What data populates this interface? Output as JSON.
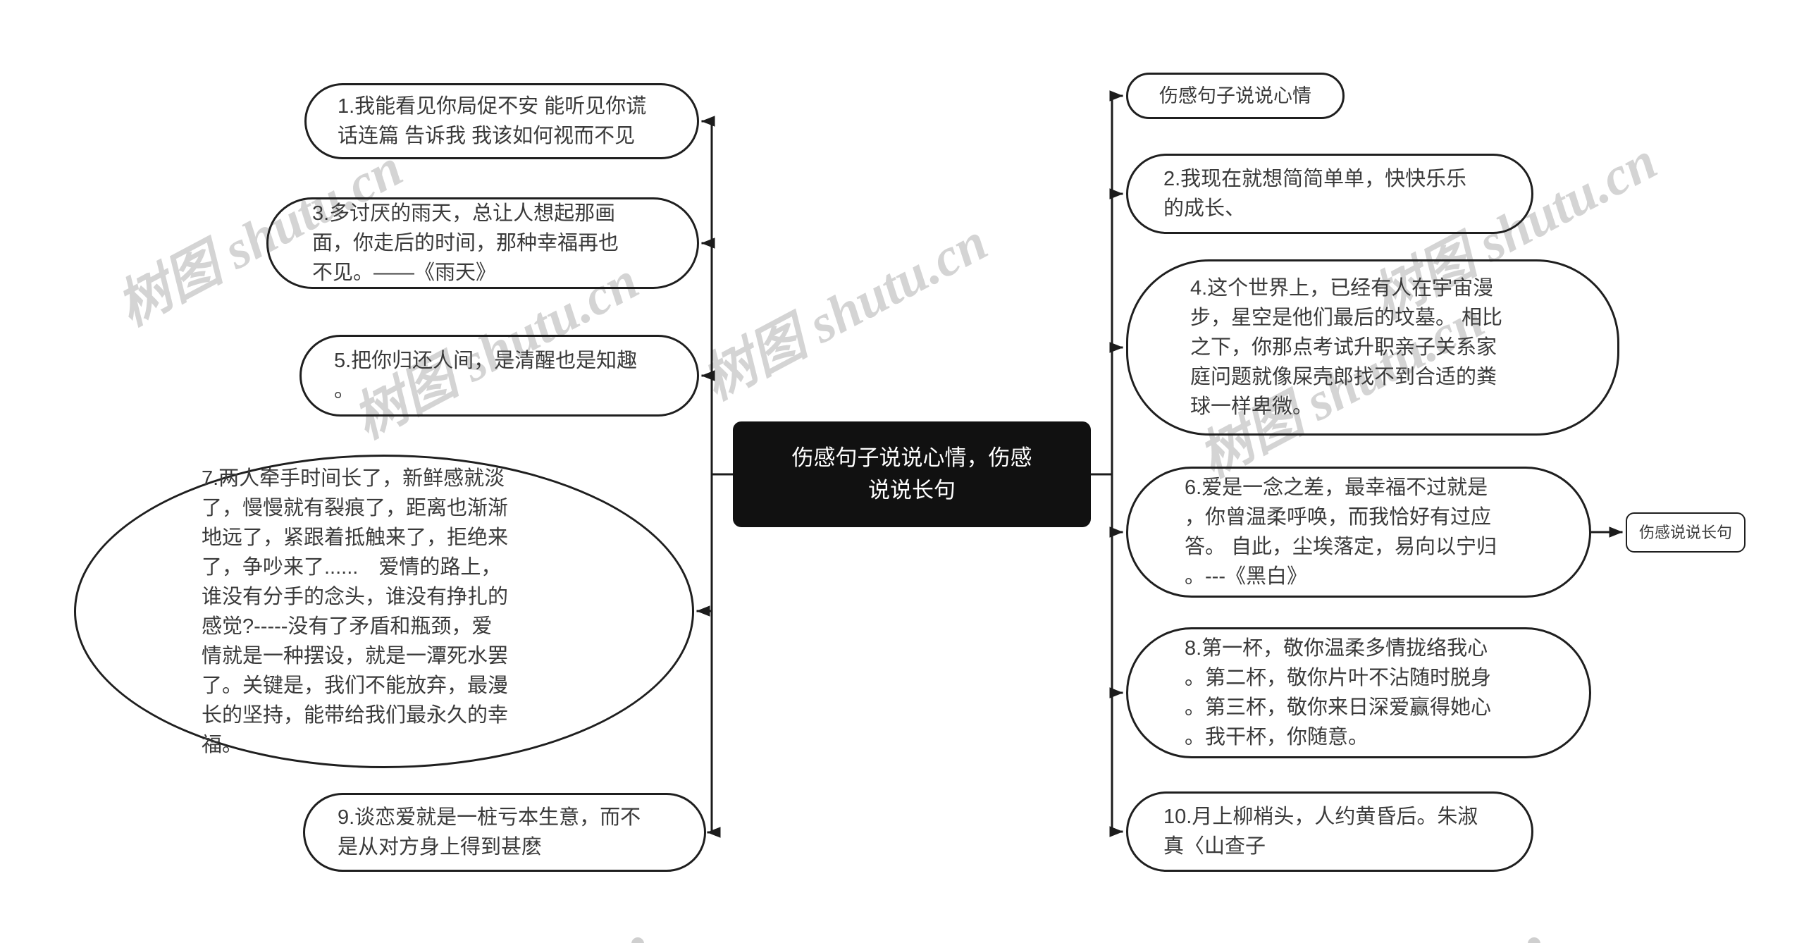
{
  "root": {
    "text": "伤感句子说说心情，伤感\n说说长句"
  },
  "left_nodes": [
    {
      "text": "1.我能看见你局促不安 能听见你谎\n话连篇 告诉我 我该如何视而不见"
    },
    {
      "text": "3.多讨厌的雨天，总让人想起那画\n面，你走后的时间，那种幸福再也\n不见。——《雨天》"
    },
    {
      "text": "5.把你归还人间，是清醒也是知趣\n。"
    },
    {
      "text": "7.两人牵手时间长了，新鲜感就淡\n了，慢慢就有裂痕了，距离也渐渐\n地远了，紧跟着抵触来了，拒绝来\n了，争吵来了......　爱情的路上，\n谁没有分手的念头，谁没有挣扎的\n感觉?-----没有了矛盾和瓶颈，爱\n情就是一种摆设，就是一潭死水罢\n了。关键是，我们不能放弃，最漫\n长的坚持，能带给我们最永久的幸\n福。"
    },
    {
      "text": "9.谈恋爱就是一桩亏本生意，而不\n是从对方身上得到甚麽"
    }
  ],
  "right_nodes": [
    {
      "text": "伤感句子说说心情"
    },
    {
      "text": "2.我现在就想简简单单，快快乐乐\n的成长、"
    },
    {
      "text": "4.这个世界上，已经有人在宇宙漫\n步，星空是他们最后的坟墓。 相比\n之下，你那点考试升职亲子关系家\n庭问题就像屎壳郎找不到合适的粪\n球一样卑微。"
    },
    {
      "text": "6.爱是一念之差，最幸福不过就是\n，你曾温柔呼唤，而我恰好有过应\n答。 自此，尘埃落定，易向以宁归\n。---《黑白》"
    },
    {
      "text": "8.第一杯，敬你温柔多情拢络我心\n。第二杯，敬你片叶不沾随时脱身\n。第三杯，敬你来日深爱赢得她心\n。我干杯，你随意。"
    },
    {
      "text": "10.月上柳梢头，人约黄昏后。朱淑\n真〈山查子"
    }
  ],
  "side_node": {
    "text": "伤感说说长句"
  },
  "watermark": {
    "text": "树图 shutu.cn",
    "color": "#d4d4d4"
  },
  "colors": {
    "canvas_bg": "#ffffff",
    "node_border": "#1f1f1f",
    "node_text": "#3a3a3a",
    "root_bg": "#111111",
    "root_text": "#ffffff",
    "connector": "#1c1c1c"
  }
}
